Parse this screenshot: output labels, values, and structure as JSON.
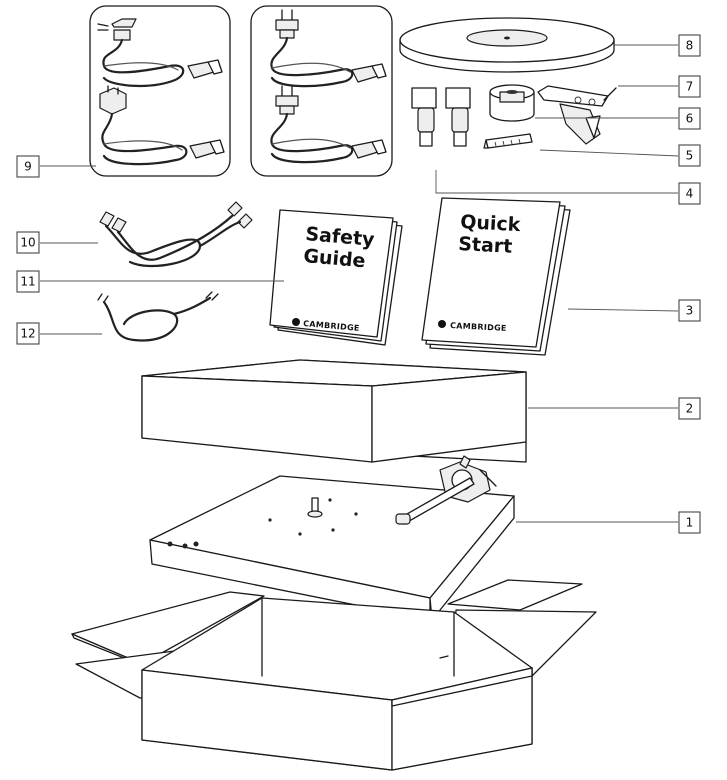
{
  "callouts": [
    "1",
    "2",
    "3",
    "4",
    "5",
    "6",
    "7",
    "8",
    "9",
    "10",
    "11",
    "12"
  ],
  "safety_guide": {
    "line1": "Safety",
    "line2": "Guide",
    "brand": "CAMBRIDGE"
  },
  "quick_start": {
    "line1": "Quick",
    "line2": "Start",
    "brand": "CAMBRIDGE"
  }
}
